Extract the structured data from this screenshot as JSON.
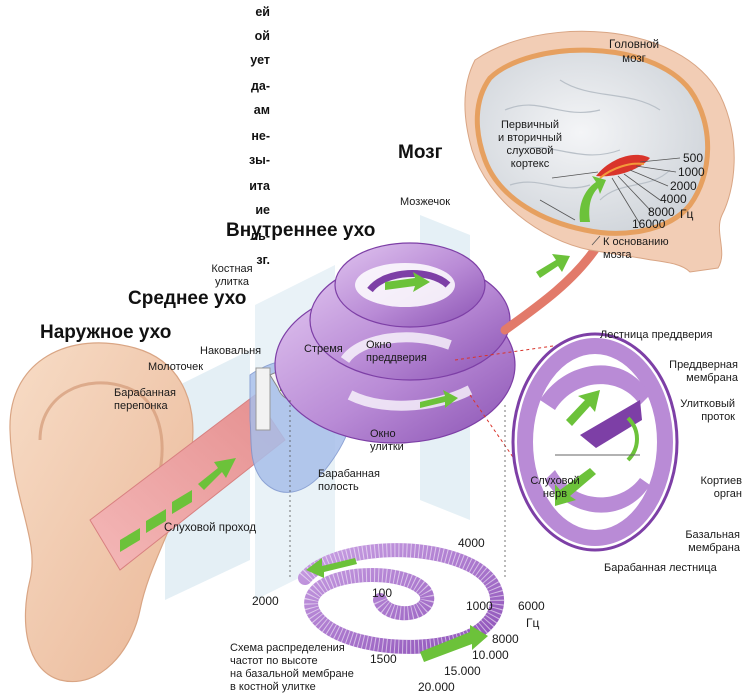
{
  "left_text_fragments": [
    "ей",
    "ой",
    "ует",
    "да-",
    "ам",
    "не-",
    "зы-",
    "ита",
    "ие",
    "ль-",
    "зг."
  ],
  "headers": {
    "brain": "Мозг",
    "inner": "Внутреннее ухо",
    "middle": "Среднее ухо",
    "outer": "Наружное ухо"
  },
  "labels": {
    "cerebrum": [
      "Головной",
      "мозг"
    ],
    "cortex": [
      "Первичный",
      "и вторичный",
      "слуховой",
      "кортекс"
    ],
    "cerebellum": "Мозжечок",
    "to_brain_base": [
      "К основанию",
      "мозга"
    ],
    "bony_cochlea": [
      "Костная",
      "улитка"
    ],
    "incus": "Наковальня",
    "stapes": "Стремя",
    "malleus": "Молоточек",
    "oval_window": [
      "Окно",
      "преддверия"
    ],
    "eardrum": [
      "Барабанная",
      "перепонка"
    ],
    "round_window": [
      "Окно",
      "улитки"
    ],
    "tympanic_cavity": [
      "Барабанная",
      "полость"
    ],
    "ear_canal": "Слуховой проход",
    "scala_vestibuli": "Лестница преддверия",
    "vestibular_membrane": [
      "Преддверная",
      "мембрана"
    ],
    "cochlear_duct": [
      "Улитковый",
      "проток"
    ],
    "auditory_nerve": [
      "Слуховой",
      "нерв"
    ],
    "organ_corti": [
      "Кортиев",
      "орган"
    ],
    "basilar_membrane": [
      "Базальная",
      "мембрана"
    ],
    "scala_tympani": "Барабанная лестница",
    "caption": [
      "Схема распределения",
      "частот по высоте",
      "на базальной мембране",
      "в костной улитке"
    ]
  },
  "cortex_freqs": [
    "500",
    "1000",
    "2000",
    "4000",
    "8000",
    "16000"
  ],
  "hz_unit": "Гц",
  "spiral_freqs": [
    "4000",
    "2000",
    "100",
    "1000",
    "6000",
    "8000",
    "1500",
    "10.000",
    "15.000",
    "20.000"
  ],
  "spiral_hz": "Гц",
  "colors": {
    "skin": "#f2cdb5",
    "brain": "#e3e6ea",
    "brain_rim": "#e6a060",
    "cochlea": "#b98bd6",
    "cochlea_dark": "#7d3fa6",
    "arrow": "#6cc23a",
    "canal": "#ec9c9c",
    "panel": "#cfe3ee",
    "cavity": "#9fb6e6",
    "cortex": "#d9342b",
    "nerve": "#e27a6a"
  }
}
